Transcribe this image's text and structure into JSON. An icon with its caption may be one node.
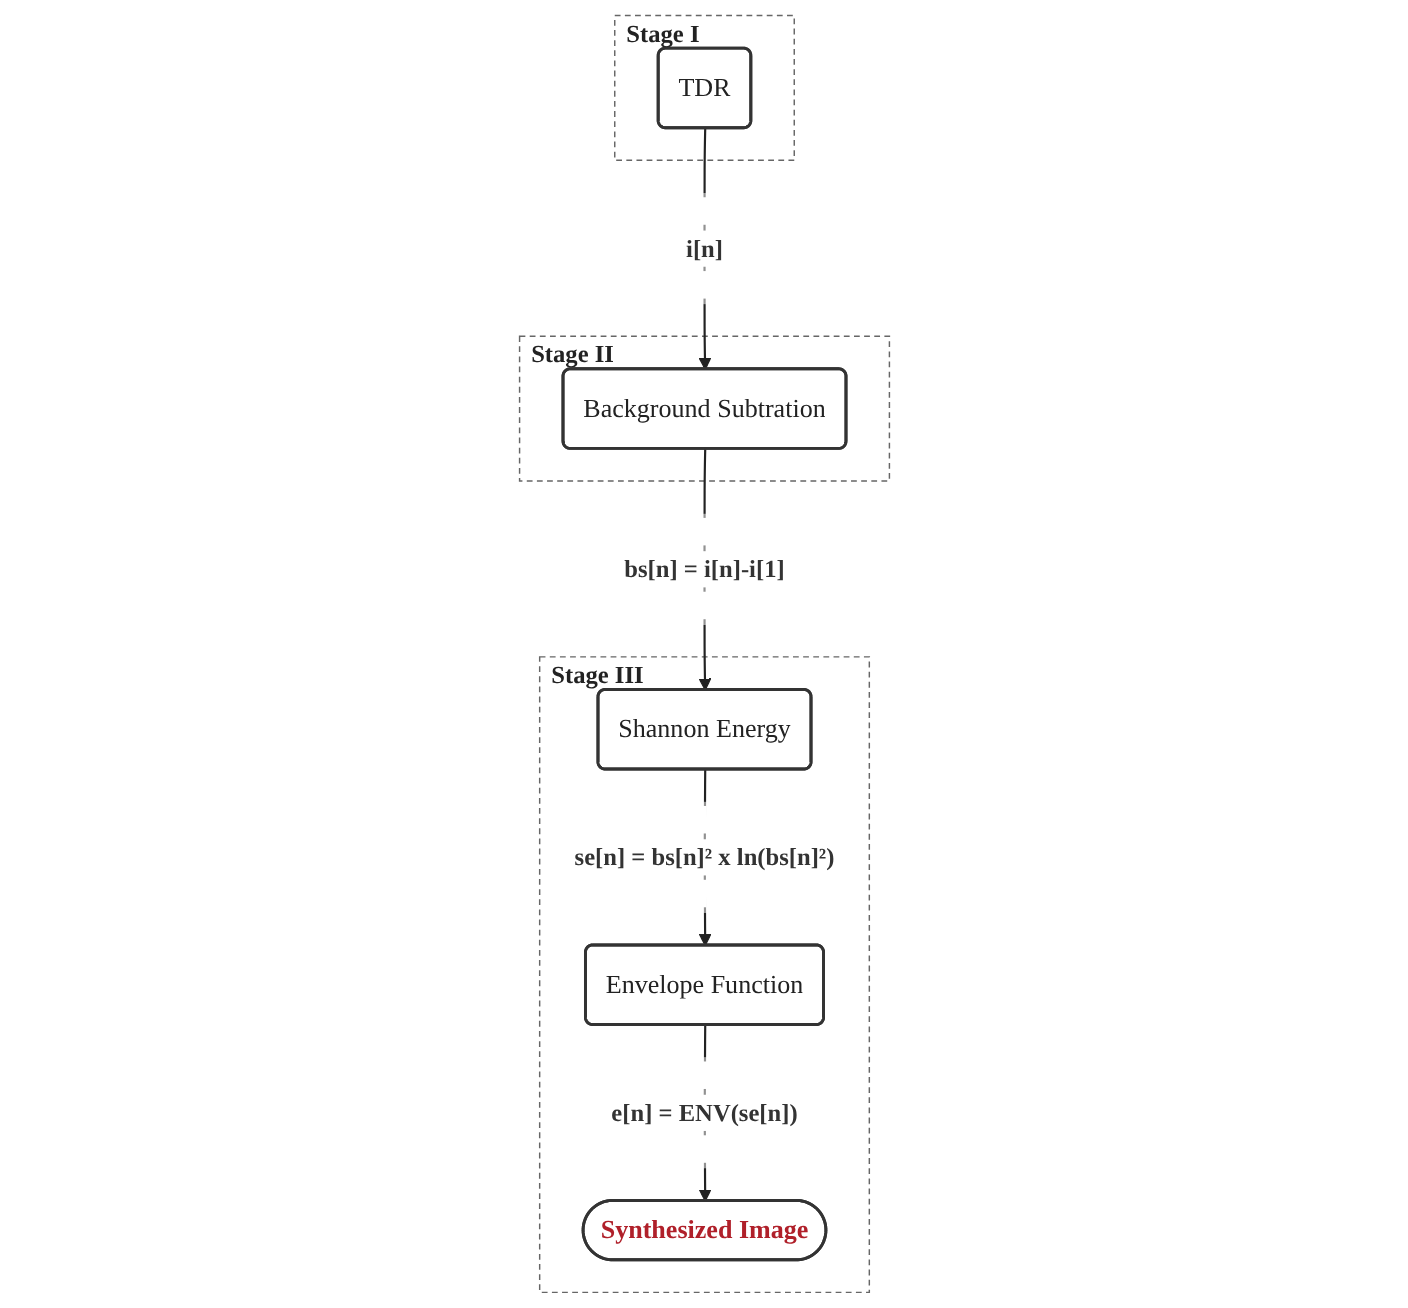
{
  "diagram": {
    "nodes": [
      {
        "text": [
          "Stage I"
        ]
      },
      {
        "text": [
          "TDR"
        ],
        "in": 0
      },
      {
        "text": [
          "Stage II"
        ]
      },
      {
        "text": [
          "Background Subtration"
        ],
        "in": 2
      },
      {
        "text": [
          "Stage III"
        ]
      },
      {
        "text": [
          "Shannon Energy"
        ],
        "in": 4
      },
      {
        "text": [
          "Envelope Function"
        ],
        "in": 4
      },
      {
        "text": [
          "Synthesized Image"
        ],
        "in": 4
      }
    ],
    "edges": [
      {
        "from": 1,
        "to": 3,
        "arrow": "to",
        "label": "i[n]"
      },
      {
        "from": 3,
        "to": 5,
        "arrow": "to",
        "label": "bs[n] = i[n]-i[1]"
      },
      {
        "from": 5,
        "to": 6,
        "arrow": "to",
        "label": "se[n] = bs[n]² x ln(bs[n]²)"
      },
      {
        "from": 6,
        "to": 7,
        "arrow": "to",
        "label": "e[n] = ENV(se[n])"
      }
    ]
  }
}
